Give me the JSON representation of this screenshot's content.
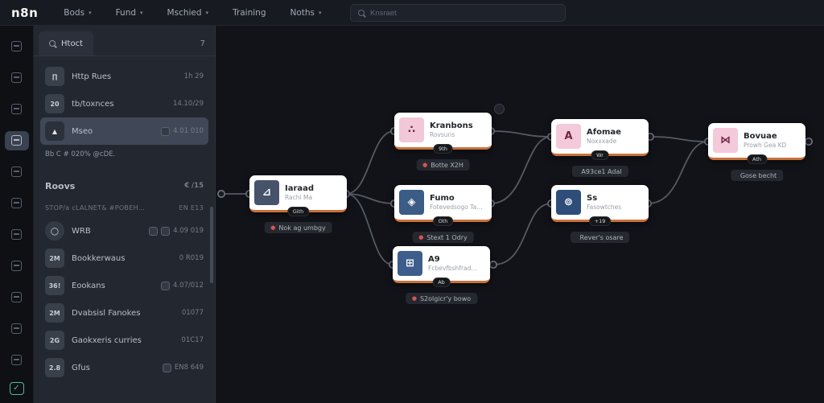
{
  "topbar": {
    "logo": "n8n",
    "menus": [
      "Bods",
      "Fund",
      "Mschied",
      "Training",
      "Noths"
    ],
    "caret_glyph": "▾",
    "search_placeholder": "Knsraet"
  },
  "sidebar": {
    "selected_index": 3,
    "icon_count": 11,
    "bottom_glyph": "✓"
  },
  "panel": {
    "tab_label": "Htoct",
    "tab_count": "7",
    "rows": [
      {
        "icon": "∏",
        "label": "Http Rues",
        "value": "1h 29"
      },
      {
        "icon": "20",
        "label": "tb/toxnces",
        "value": "14.10/29"
      },
      {
        "icon": "▲",
        "label": "Mseo",
        "value": "4.01 010"
      },
      {
        "icon": "○",
        "label": "WRB",
        "value": "4.09 019"
      },
      {
        "icon": "2M",
        "label": "Bookkerwaus",
        "value": "0 R019"
      },
      {
        "icon": "36!",
        "label": "Eookans",
        "value": "4.07/012"
      },
      {
        "icon": "2M",
        "label": "Dvabsisl Fanokes",
        "value": "01077"
      },
      {
        "icon": "2G",
        "label": "Gaokxeris curries",
        "value": "01C17"
      },
      {
        "icon": "2.8",
        "label": "Gfus",
        "value": "EN8 649"
      }
    ],
    "link_row": "Bb C # 020% @cDE.",
    "section": {
      "label": "Roovs",
      "value": "€ /15"
    },
    "subrow": {
      "text": "STOP/a cLALNET& #POBEH…",
      "value": "EN E13"
    }
  },
  "canvas": {
    "nodes": [
      {
        "title": "Iaraad",
        "subtitle": "Rachi Ma",
        "pill": "Gith",
        "badge_dot": "●",
        "badge_text": "Nok ag umbgy",
        "icon": {
          "glyph": "⊿",
          "bg": "#46536B",
          "fg": "#FFFFFF"
        }
      },
      {
        "title": "Kranbons",
        "subtitle": "Rovsuns",
        "pill": "9th",
        "badge_dot": "●",
        "badge_text": "Botte X2H",
        "icon": {
          "glyph": "∴",
          "bg": "#F2C7D8",
          "fg": "#6E2747"
        }
      },
      {
        "title": "Fumo",
        "subtitle": "Fotevedsogo Ta…",
        "pill": "Oth",
        "badge_dot": "●",
        "badge_text": "Stext 1 Odry",
        "icon": {
          "glyph": "◈",
          "bg": "#3A5C85",
          "fg": "#FFFFFF"
        }
      },
      {
        "title": "A9",
        "subtitle": "Fcbevfbshfrad…",
        "pill": "Ab",
        "badge_dot": "●",
        "badge_text": "S2olgicr'y bowo",
        "icon": {
          "glyph": "⊞",
          "bg": "#3D5E8C",
          "fg": "#FFFFFF"
        }
      },
      {
        "title": "Afomae",
        "subtitle": "Noxxxade",
        "pill": "Wr",
        "badge_dot": "",
        "badge_text": "A93ce1 Adal",
        "icon": {
          "glyph": "A",
          "bg": "#F4C9D9",
          "fg": "#6E2747"
        }
      },
      {
        "title": "Ss",
        "subtitle": "Fasowtches",
        "pill": "+19",
        "badge_dot": "",
        "badge_text": "Rever's osare",
        "icon": {
          "glyph": "⊚",
          "bg": "#2E4E79",
          "fg": "#FFFFFF"
        }
      },
      {
        "title": "Bovuae",
        "subtitle": "Prowh Gea KD",
        "pill": "Ath",
        "badge_dot": "",
        "badge_text": "Gose becht",
        "icon": {
          "glyph": "⋈",
          "bg": "#F4C9D9",
          "fg": "#6E2747"
        }
      }
    ],
    "connections": [
      {
        "from": "Iaraad",
        "to": "Kranbons"
      },
      {
        "from": "Iaraad",
        "to": "Fumo"
      },
      {
        "from": "Iaraad",
        "to": "A9"
      },
      {
        "from": "Kranbons",
        "to": "Afomae"
      },
      {
        "from": "Fumo",
        "to": "Afomae"
      },
      {
        "from": "A9",
        "to": "Ss"
      },
      {
        "from": "Afomae",
        "to": "Bovuae"
      },
      {
        "from": "Ss",
        "to": "Bovuae"
      }
    ]
  },
  "colors": {
    "accent_orange": "#C9713C",
    "node_pink": "#F2C7D8",
    "node_blue": "#3A5C85",
    "badge_red": "#D95454",
    "teal": "#53B99F"
  }
}
